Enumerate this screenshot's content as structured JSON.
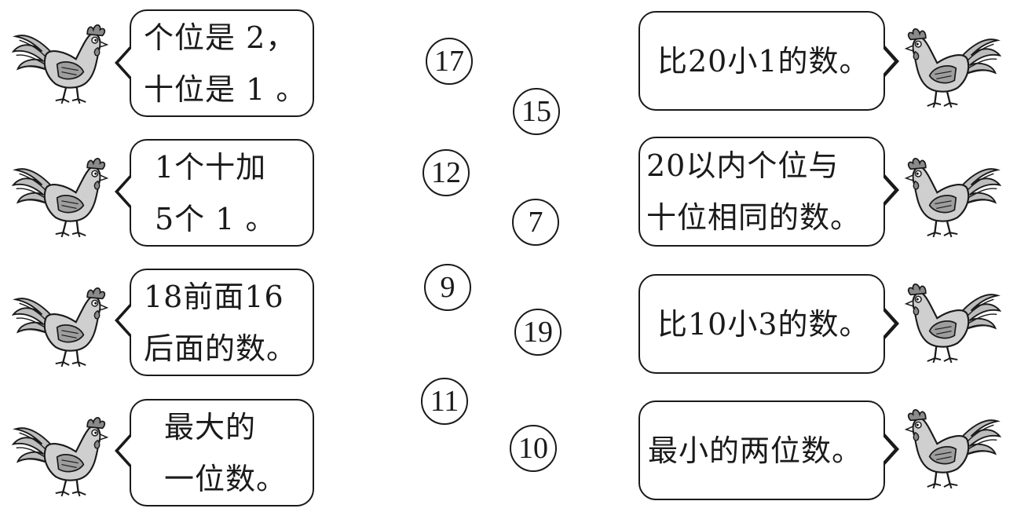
{
  "left_bubbles": [
    {
      "lines": [
        "个位是 2，",
        "十位是 1 。"
      ]
    },
    {
      "lines": [
        "1个十加",
        "5个 1 。"
      ]
    },
    {
      "lines": [
        "18前面16",
        "后面的数。"
      ]
    },
    {
      "lines": [
        "最大的",
        "一位数。"
      ]
    }
  ],
  "right_bubbles": [
    {
      "lines": [
        "比20小1的数。"
      ]
    },
    {
      "lines": [
        "20以内个位与",
        "十位相同的数。"
      ]
    },
    {
      "lines": [
        "比10小3的数。"
      ]
    },
    {
      "lines": [
        "最小的两位数。"
      ]
    }
  ],
  "numbers": [
    "17",
    "15",
    "12",
    "7",
    "9",
    "19",
    "11",
    "10"
  ],
  "icons": {
    "rooster": "rooster-icon"
  }
}
